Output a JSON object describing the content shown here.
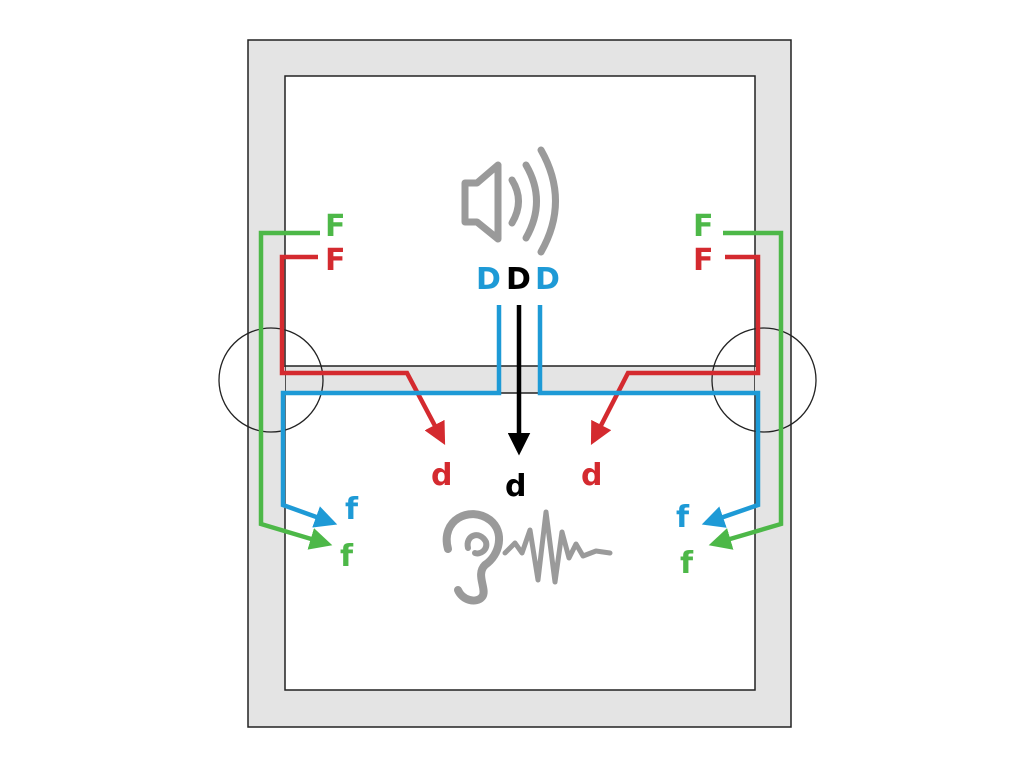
{
  "colors": {
    "green": "#4db848",
    "red": "#d42a2f",
    "blue": "#1e9ad6",
    "black": "#000000",
    "gray": "#9a9a9a",
    "wall": "#e4e4e4",
    "outline": "#222222"
  },
  "icons": {
    "source": "speaker-icon",
    "receiver": "ear-icon"
  },
  "labels": {
    "F_left_green": "F",
    "F_left_red": "F",
    "F_right_green": "F",
    "F_right_red": "F",
    "D_left": "D",
    "D_center": "D",
    "D_right": "D",
    "d_left": "d",
    "d_center": "d",
    "d_right": "d",
    "f_left_blue": "f",
    "f_left_green": "f",
    "f_right_blue": "f",
    "f_right_green": "f"
  }
}
